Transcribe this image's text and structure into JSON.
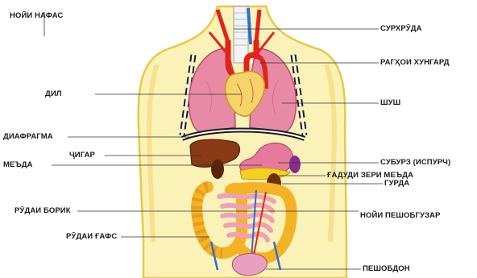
{
  "labels": {
    "trachea": "НОЙИ НАФАС",
    "aorta": "СУРХРӮДА",
    "vessels": "РАГҲОИ ХУНГАРД",
    "heart": "ДИЛ",
    "lung": "ШУШ",
    "diaphragm": "ДИАФРАГМА",
    "liver": "ҶИГАР",
    "stomach": "МЕЪДА",
    "pancreas": "СУБУРЗ (ИСПУРЧ)",
    "duodenum": "ҒАДУДИ ЗЕРИ МЕЪДА",
    "kidney": "ГУРДА",
    "small_intestine": "РӮДАИ БОРИК",
    "ureter": "НОЙИ ПЕШОБГУЗАР",
    "large_intestine": "РӮДАИ ҒАФС",
    "bladder": "ПЕШОБДОН"
  },
  "colors": {
    "skin": "#fbf2b8",
    "skin_outline": "#e6c94a",
    "artery": "#e2231a",
    "lung": "#e88aa6",
    "heart": "#f6d46a",
    "liver": "#8a3a14",
    "stomach": "#e9789d",
    "large_intestine": "#f4b324",
    "small_intestine": "#f0a0b8",
    "kidney": "#6e2e0e",
    "vein": "#2a6fd6"
  }
}
